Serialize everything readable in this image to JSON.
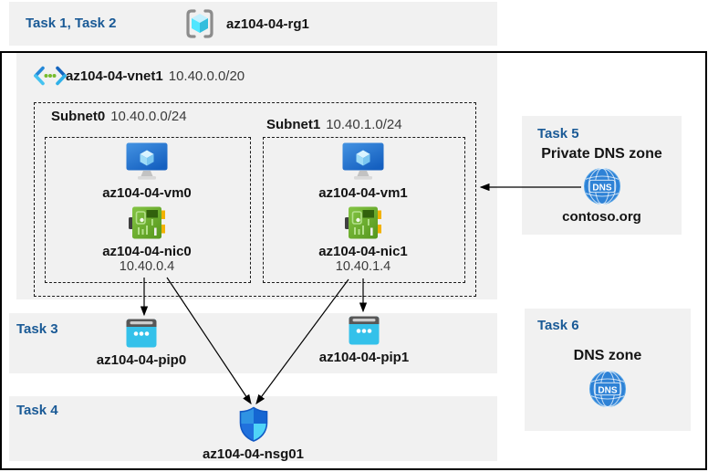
{
  "header": {
    "tasks_label": "Task 1, Task 2",
    "resource_group": "az104-04-rg1"
  },
  "vnet": {
    "name": "az104-04-vnet1",
    "cidr": "10.40.0.0/20",
    "subnets": [
      {
        "name": "Subnet0",
        "cidr": "10.40.0.0/24",
        "vm": "az104-04-vm0",
        "nic": "az104-04-nic0",
        "ip": "10.40.0.4"
      },
      {
        "name": "Subnet1",
        "cidr": "10.40.1.0/24",
        "vm": "az104-04-vm1",
        "nic": "az104-04-nic1",
        "ip": "10.40.1.4"
      }
    ]
  },
  "task3": {
    "label": "Task 3",
    "pips": [
      "az104-04-pip0",
      "az104-04-pip1"
    ]
  },
  "task4": {
    "label": "Task 4",
    "nsg": "az104-04-nsg01"
  },
  "task5": {
    "label": "Task 5",
    "title": "Private DNS zone",
    "zone": "contoso.org",
    "icon_text": "DNS"
  },
  "task6": {
    "label": "Task 6",
    "title": "DNS zone",
    "icon_text": "DNS"
  },
  "colors": {
    "task_label_blue": "#1A5A96",
    "panel_gray": "#F1F1F1",
    "pip_cyan": "#34C1EA",
    "nic_green": "#6FB32C",
    "dns_blue": "#2E82D6",
    "nsg_cyan": "#4FD4F8",
    "vm_blue": "#2B79D4"
  }
}
